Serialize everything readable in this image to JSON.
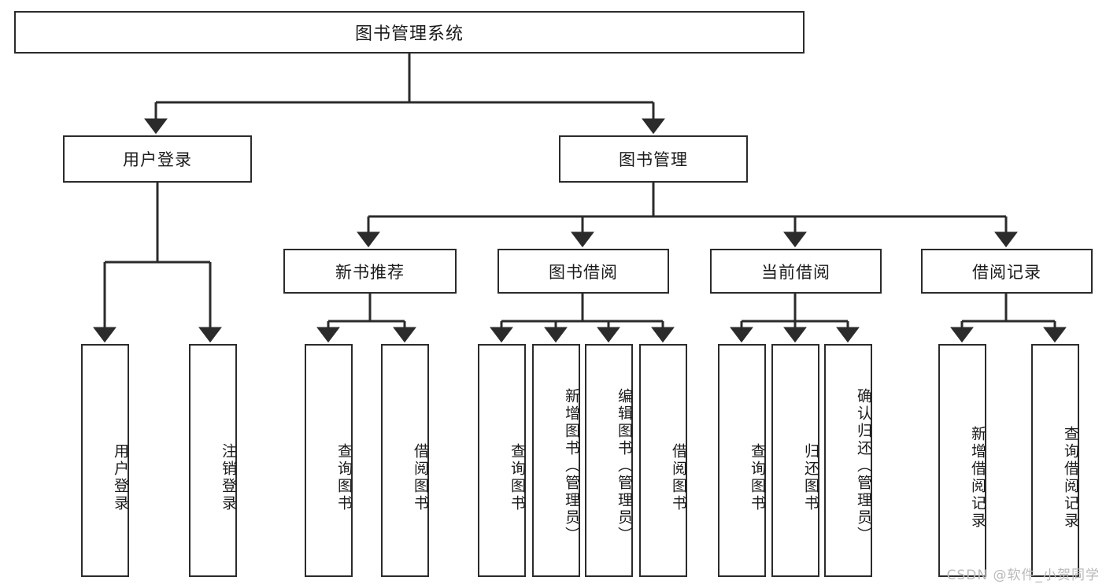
{
  "diagram": {
    "type": "tree",
    "title": "图书管理系统",
    "orientation": "top-down",
    "colors": {
      "line": "#2b2b2b",
      "box_border": "#2b2b2b",
      "box_fill": "#ffffff",
      "text": "#1b1b1b",
      "watermark": "#b9b9b9"
    },
    "levels": {
      "root": {
        "label": "图书管理系统"
      },
      "level2": [
        {
          "id": "user-login",
          "label": "用户登录"
        },
        {
          "id": "book-manage",
          "label": "图书管理"
        }
      ],
      "level3": [
        {
          "id": "new-book-recommend",
          "label": "新书推荐",
          "parent": "book-manage"
        },
        {
          "id": "book-borrow",
          "label": "图书借阅",
          "parent": "book-manage"
        },
        {
          "id": "current-borrow",
          "label": "当前借阅",
          "parent": "book-manage"
        },
        {
          "id": "borrow-record",
          "label": "借阅记录",
          "parent": "book-manage"
        }
      ],
      "leaves": [
        {
          "id": "leaf-user-login",
          "label": "用户登录",
          "parent": "user-login"
        },
        {
          "id": "leaf-logout",
          "label": "注销登录",
          "parent": "user-login"
        },
        {
          "id": "leaf-query-book-1",
          "label": "查询图书",
          "parent": "new-book-recommend"
        },
        {
          "id": "leaf-borrow-book-1",
          "label": "借阅图书",
          "parent": "new-book-recommend"
        },
        {
          "id": "leaf-query-book-2",
          "label": "查询图书",
          "parent": "book-borrow"
        },
        {
          "id": "leaf-add-book",
          "label": "新增图书（管理员）",
          "parent": "book-borrow"
        },
        {
          "id": "leaf-edit-book",
          "label": "编辑图书（管理员）",
          "parent": "book-borrow"
        },
        {
          "id": "leaf-borrow-book-2",
          "label": "借阅图书",
          "parent": "book-borrow"
        },
        {
          "id": "leaf-query-book-3",
          "label": "查询图书",
          "parent": "current-borrow"
        },
        {
          "id": "leaf-return-book",
          "label": "归还图书",
          "parent": "current-borrow"
        },
        {
          "id": "leaf-confirm-return",
          "label": "确认归还（管理员）",
          "parent": "current-borrow"
        },
        {
          "id": "leaf-add-record",
          "label": "新增借阅记录",
          "parent": "borrow-record"
        },
        {
          "id": "leaf-query-record",
          "label": "查询借阅记录",
          "parent": "borrow-record"
        }
      ]
    }
  },
  "watermark": {
    "text": "CSDN @软件_小贺同学"
  }
}
